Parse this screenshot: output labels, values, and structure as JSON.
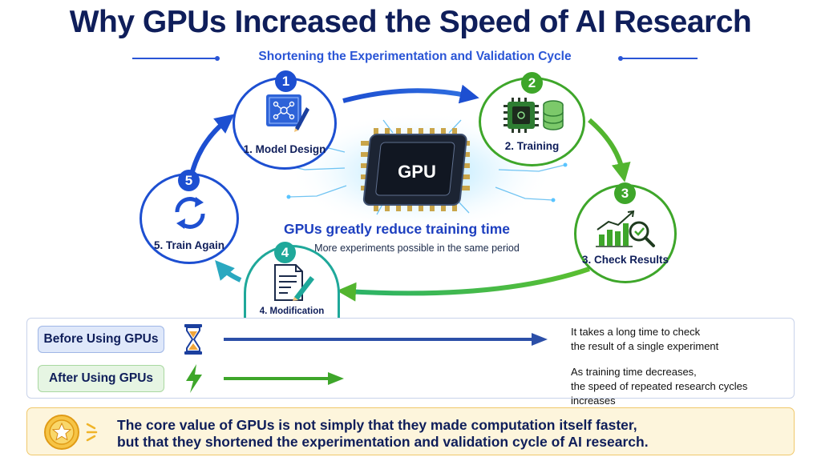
{
  "title": "Why GPUs Increased the Speed of AI Research",
  "subtitle": "Shortening the Experimentation and Validation Cycle",
  "steps": [
    {
      "number": "1",
      "label": "1. Model Design",
      "color": "#1d4fd1",
      "icon": "blueprint-pencil-icon"
    },
    {
      "number": "2",
      "label": "2. Training",
      "color": "#3ea62a",
      "icon": "chip-database-icon"
    },
    {
      "number": "3",
      "label": "3. Check Results",
      "color": "#3ea62a",
      "icon": "chart-magnifier-icon"
    },
    {
      "number": "4",
      "label": "4. Modification",
      "color": "#1fa89a",
      "icon": "document-pencil-icon"
    },
    {
      "number": "5",
      "label": "5. Train Again",
      "color": "#1d4fd1",
      "icon": "refresh-arrows-icon"
    }
  ],
  "gpu": {
    "chip_label": "GPU",
    "headline": "GPUs greatly reduce training time",
    "subline": "More experiments possible in the same period"
  },
  "comparison": {
    "before": {
      "label": "Before Using GPUs",
      "icon": "hourglass-icon",
      "text_line1": "It takes a long time to check",
      "text_line2": "the result of a single experiment"
    },
    "after": {
      "label": "After Using GPUs",
      "icon": "lightning-icon",
      "text_line1": "As training time decreases,",
      "text_line2": "the speed of repeated research cycles increases"
    }
  },
  "banner": {
    "icon": "star-medal-icon",
    "line1": "The core value of GPUs is not simply that they made computation itself faster,",
    "line2": "but that they shortened the experimentation and validation cycle of AI research."
  },
  "colors": {
    "navy": "#0f1e5a",
    "blue": "#1d4fd1",
    "green": "#3ea62a",
    "teal": "#1fa89a",
    "gold": "#f0b429"
  }
}
